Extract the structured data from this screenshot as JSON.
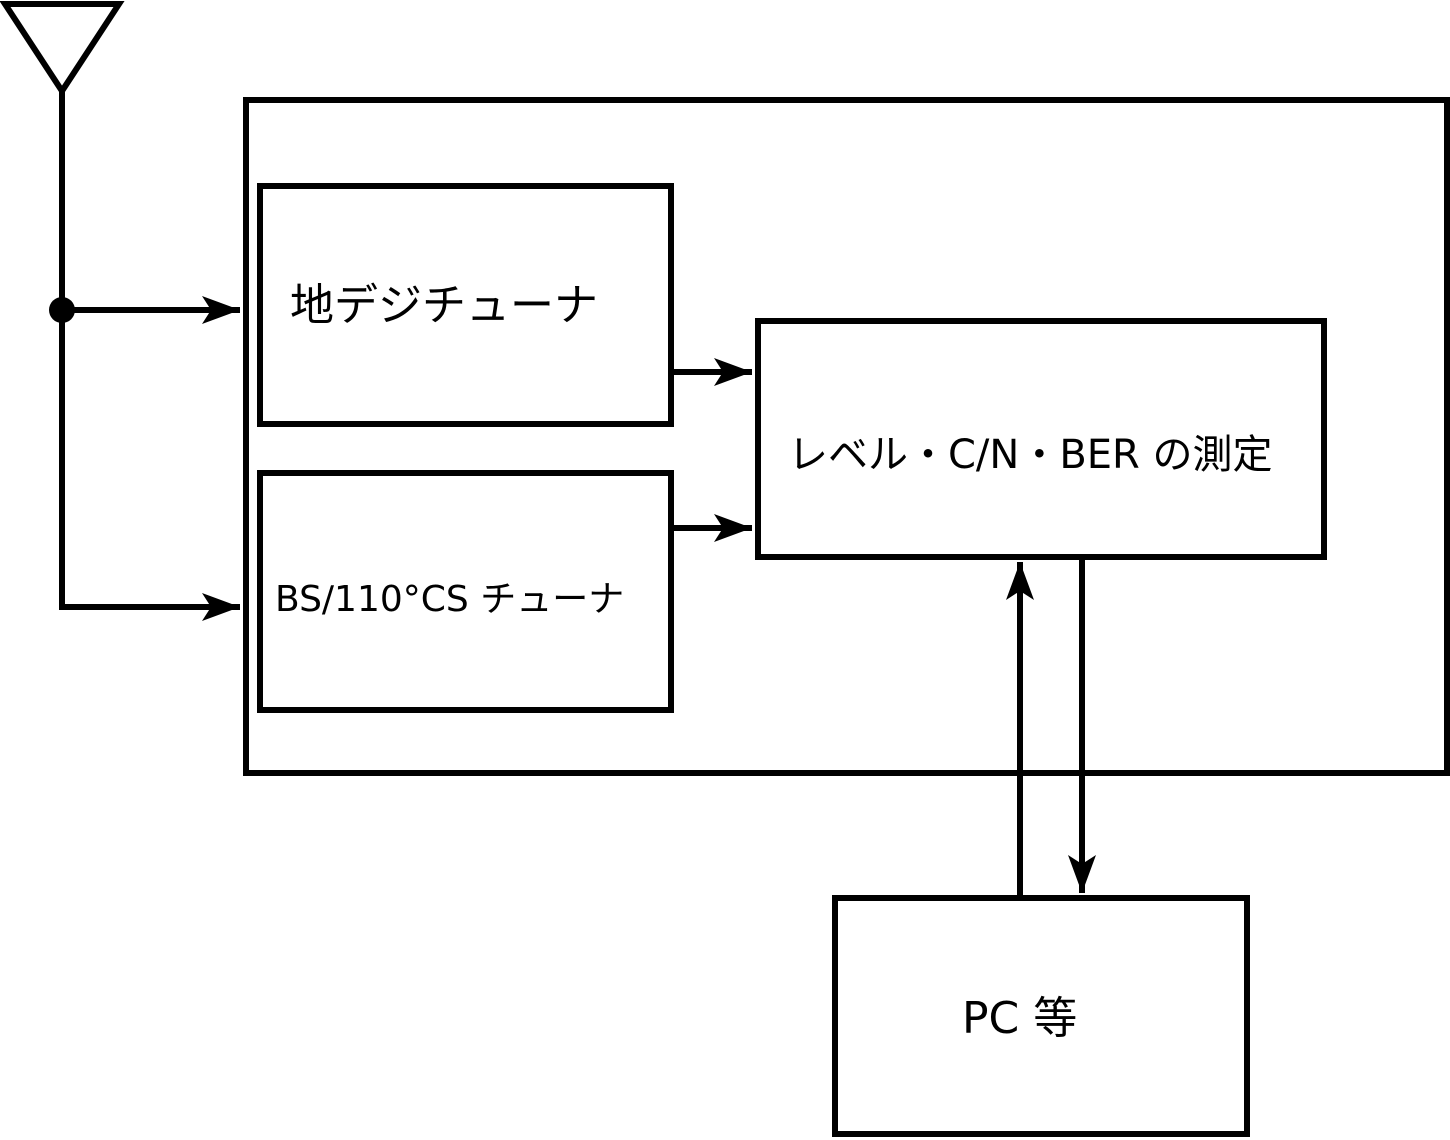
{
  "blocks": {
    "terrestrial_tuner": "地デジチューナ",
    "satellite_tuner": "BS/110°CS チューナ",
    "measurement": "レベル・C/N・BER の測定",
    "pc": "PC 等"
  }
}
